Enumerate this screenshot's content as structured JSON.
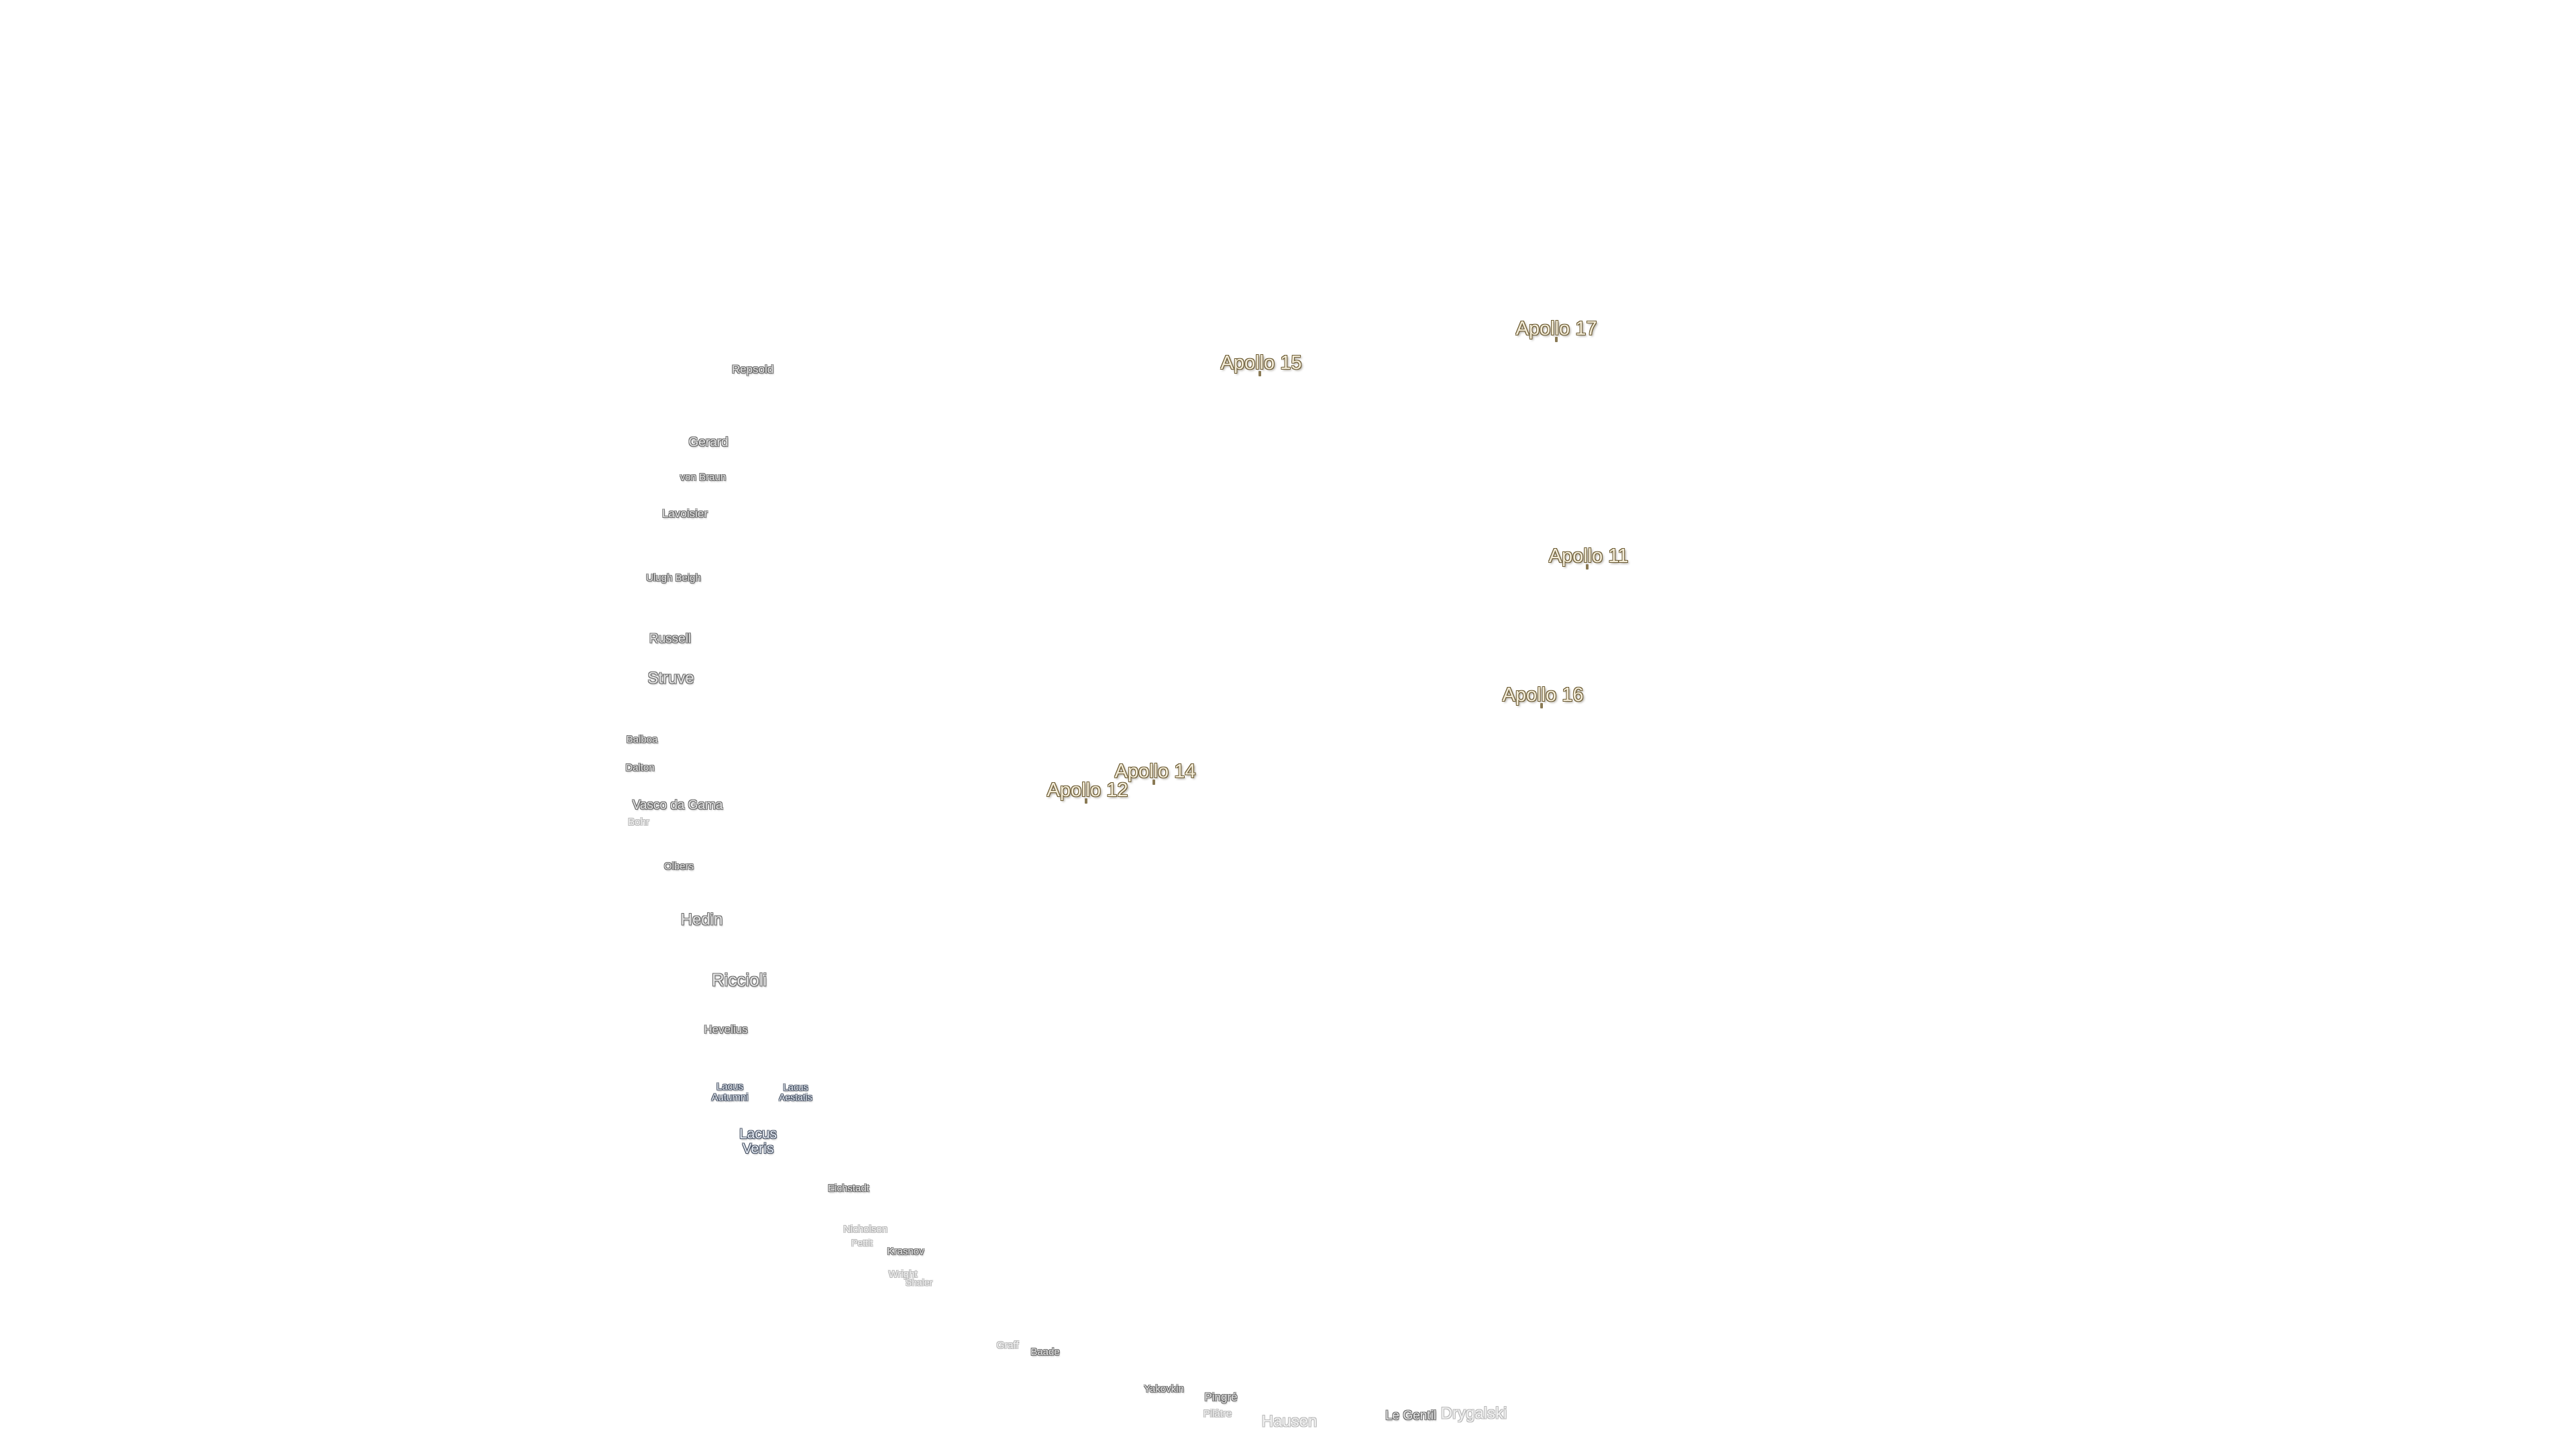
{
  "apollo_sites": {
    "a17": "Apollo 17",
    "a15": "Apollo 15",
    "a11": "Apollo 11",
    "a16": "Apollo 16",
    "a14": "Apollo 14",
    "a12": "Apollo 12"
  },
  "craters": {
    "repsold": "Repsold",
    "gerard": "Gerard",
    "von_braun": "von Braun",
    "lavoisier": "Lavoisier",
    "ulugh_beigh": "Ulugh Beigh",
    "russell": "Russell",
    "struve": "Struve",
    "balboa": "Balboa",
    "dalton": "Dalton",
    "vasco_da_gama": "Vasco da Gama",
    "bohr": "Bohr",
    "olbers": "Olbers",
    "hedin": "Hedin",
    "riccioli": "Riccioli",
    "hevelius": "Hevelius",
    "eichstadt": "Eichstadt",
    "nicholson": "Nicholson",
    "pettit": "Pettit",
    "krasnov": "Krasnov",
    "wright": "Wright",
    "shaler": "Shaler",
    "graff": "Graff",
    "baade": "Baade",
    "yakovkin": "Yakovkin",
    "pingre": "Pingré",
    "pilatre": "Pilâtre",
    "hausen": "Hausen",
    "le_gentil": "Le Gentil",
    "drygalski": "Drygalski"
  },
  "lakes": {
    "autumni_1": "Lacus",
    "autumni_2": "Autumni",
    "aestatis_1": "Lacus",
    "aestatis_2": "Aestatis",
    "veris_1": "Lacus",
    "veris_2": "Veris"
  }
}
